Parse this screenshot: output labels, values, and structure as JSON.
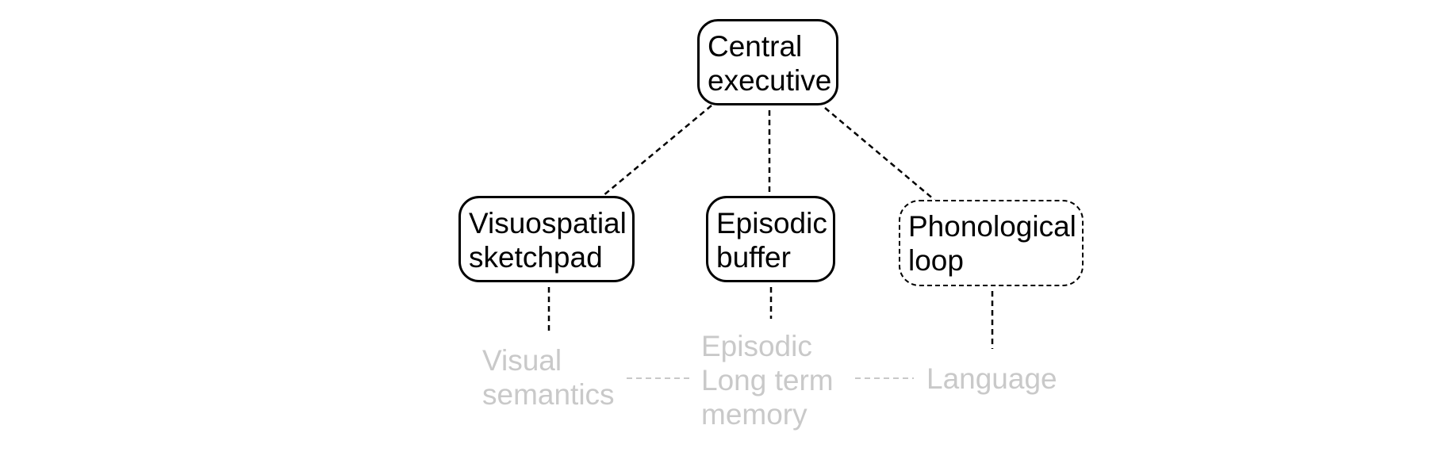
{
  "nodes": {
    "central_executive": {
      "line1": "Central",
      "line2": "executive"
    },
    "visuospatial_sketchpad": {
      "line1": "Visuospatial",
      "line2": "sketchpad"
    },
    "episodic_buffer": {
      "line1": "Episodic",
      "line2": "buffer"
    },
    "phonological_loop": {
      "line1": "Phonological",
      "line2": "loop"
    }
  },
  "long_term": {
    "visual_semantics": {
      "line1": "Visual",
      "line2": "semantics"
    },
    "episodic_ltm": {
      "line1": "Episodic",
      "line2": "Long term",
      "line3": "memory"
    },
    "language": {
      "line1": "Language"
    }
  },
  "colors": {
    "node_border": "#000000",
    "node_text": "#000000",
    "long_term_text": "#c9c9c9",
    "connector": "#000000",
    "long_term_connector": "#c9c9c9"
  }
}
